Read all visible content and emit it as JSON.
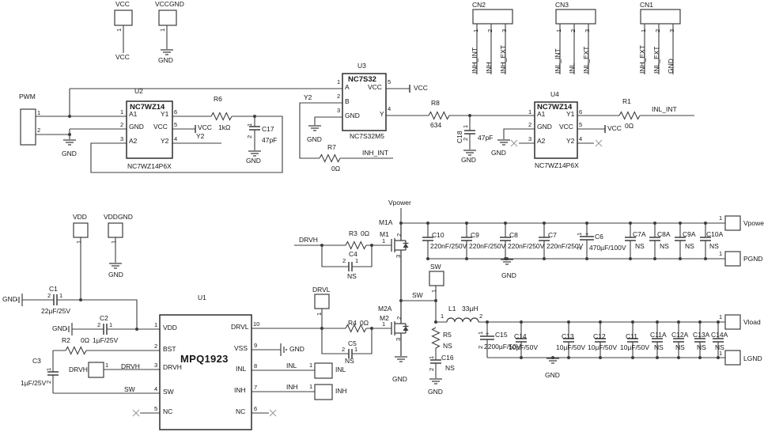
{
  "doc": {
    "kind": "circuit-schematic",
    "main_ic": "MPQ1923"
  },
  "colors": {
    "wire": "#3d3d3d",
    "text": "#161616",
    "background": "#ffffff",
    "noconnect": "#9a9a9a"
  },
  "labels": [
    [
      "vcc-port-title",
      "VCC",
      146,
      1,
      ""
    ],
    [
      "vccgnd-port-title",
      "VCCGND",
      196,
      1,
      ""
    ],
    [
      "vcc-port-pin1",
      "1",
      147,
      40,
      "v"
    ],
    [
      "vccgnd-port-pin1",
      "1",
      202,
      40,
      "v"
    ],
    [
      "vcc-net-label",
      "VCC",
      146,
      68,
      ""
    ],
    [
      "vccgnd-gnd-label",
      "GND",
      200,
      72,
      ""
    ],
    [
      "pwm-port-title",
      "PWM",
      24,
      118,
      ""
    ],
    [
      "pwm-pin1",
      "1",
      47,
      139,
      "s"
    ],
    [
      "pwm-pin2",
      "2",
      47,
      161,
      "s"
    ],
    [
      "pwm-gnd-label",
      "GND",
      78,
      190,
      ""
    ],
    [
      "u2-refdes",
      "U2",
      170,
      111,
      ""
    ],
    [
      "u2-name",
      "NC7WZ14",
      164,
      131,
      "b"
    ],
    [
      "u2-part",
      "NC7WZ14P6X",
      161,
      206,
      ""
    ],
    [
      "u2-pin-a1",
      "A1",
      163,
      140,
      ""
    ],
    [
      "u2-pin-gnd",
      "GND",
      163,
      156,
      ""
    ],
    [
      "u2-pin-a2",
      "A2",
      163,
      174,
      ""
    ],
    [
      "u2-pin-y1",
      "Y1",
      203,
      140,
      ""
    ],
    [
      "u2-pin-vcc",
      "VCC",
      194,
      156,
      ""
    ],
    [
      "u2-pin-y2",
      "Y2",
      203,
      174,
      ""
    ],
    [
      "u2-num1",
      "1",
      152,
      138,
      "s"
    ],
    [
      "u2-num2",
      "2",
      152,
      154,
      "s"
    ],
    [
      "u2-num3",
      "3",
      152,
      172,
      "s"
    ],
    [
      "u2-num6",
      "6",
      220,
      138,
      "s"
    ],
    [
      "u2-num5",
      "5",
      220,
      154,
      "s"
    ],
    [
      "u2-num4",
      "4",
      220,
      172,
      "s"
    ],
    [
      "u2-vcc-net",
      "VCC",
      250,
      157,
      ""
    ],
    [
      "u2-y2-net",
      "Y2",
      248,
      168,
      ""
    ],
    [
      "r6-refdes",
      "R6",
      270,
      121,
      ""
    ],
    [
      "r6-value",
      "1kΩ",
      276,
      157,
      ""
    ],
    [
      "c17-refdes",
      "C17",
      331,
      159,
      ""
    ],
    [
      "c17-value",
      "47pF",
      331,
      173,
      ""
    ],
    [
      "c17-pin1",
      "1",
      312,
      160,
      "v"
    ],
    [
      "c17-pin2",
      "2",
      312,
      175,
      "v"
    ],
    [
      "c17-gnd-label",
      "GND",
      311,
      199,
      ""
    ],
    [
      "u3-refdes",
      "U3",
      452,
      79,
      ""
    ],
    [
      "u3-name",
      "NC7S32",
      440,
      96,
      "b"
    ],
    [
      "u3-part",
      "NC7S32M5",
      442,
      168,
      ""
    ],
    [
      "u3-pin-a",
      "A",
      436,
      106,
      ""
    ],
    [
      "u3-pin-b",
      "B",
      436,
      124,
      ""
    ],
    [
      "u3-pin-gnd",
      "GND",
      436,
      142,
      ""
    ],
    [
      "u3-pin-vcc",
      "VCC",
      465,
      106,
      ""
    ],
    [
      "u3-pin-y",
      "Y",
      480,
      140,
      ""
    ],
    [
      "u3-num1",
      "1",
      426,
      100,
      "s"
    ],
    [
      "u3-num2",
      "2",
      426,
      118,
      "s"
    ],
    [
      "u3-num3",
      "3",
      426,
      136,
      "s"
    ],
    [
      "u3-num5",
      "5",
      490,
      100,
      "s"
    ],
    [
      "u3-num4",
      "4",
      490,
      134,
      "s"
    ],
    [
      "u3-y2-net",
      "Y2",
      384,
      119,
      ""
    ],
    [
      "u3-gnd-label",
      "GND",
      388,
      172,
      ""
    ],
    [
      "r7-refdes",
      "R7",
      414,
      182,
      ""
    ],
    [
      "r7-value",
      "0Ω",
      419,
      209,
      ""
    ],
    [
      "inh-int-net",
      "INH_INT",
      458,
      189,
      ""
    ],
    [
      "u3-vcc-net",
      "VCC",
      523,
      107,
      ""
    ],
    [
      "r8-refdes",
      "R8",
      545,
      126,
      ""
    ],
    [
      "r8-value",
      "634",
      544,
      154,
      ""
    ],
    [
      "c18-refdes",
      "C18",
      577,
      181,
      "V"
    ],
    [
      "c18-pin1",
      "1",
      585,
      162,
      "v"
    ],
    [
      "c18-pin2",
      "2",
      585,
      178,
      "v"
    ],
    [
      "c18-value",
      "47pF",
      604,
      170,
      ""
    ],
    [
      "c18-gnd-label",
      "GND",
      583,
      198,
      ""
    ],
    [
      "u4-refdes",
      "U4",
      696,
      115,
      ""
    ],
    [
      "u4-name",
      "NC7WZ14",
      679,
      131,
      "b"
    ],
    [
      "u4-part",
      "NC7WZ14P6X",
      676,
      205,
      ""
    ],
    [
      "u4-pin-a1",
      "A1",
      679,
      140,
      ""
    ],
    [
      "u4-pin-gnd",
      "GND",
      679,
      156,
      ""
    ],
    [
      "u4-pin-a2",
      "A2",
      679,
      174,
      ""
    ],
    [
      "u4-pin-y1",
      "Y1",
      716,
      140,
      ""
    ],
    [
      "u4-pin-vcc",
      "VCC",
      707,
      156,
      ""
    ],
    [
      "u4-pin-y2",
      "Y2",
      716,
      174,
      ""
    ],
    [
      "u4-num1",
      "1",
      668,
      138,
      "s"
    ],
    [
      "u4-num2",
      "2",
      668,
      154,
      "s"
    ],
    [
      "u4-num3",
      "3",
      668,
      172,
      "s"
    ],
    [
      "u4-num6",
      "6",
      732,
      138,
      "s"
    ],
    [
      "u4-num5",
      "5",
      732,
      154,
      "s"
    ],
    [
      "u4-num4",
      "4",
      732,
      172,
      "s"
    ],
    [
      "u4-gnd-label",
      "GND",
      621,
      189,
      ""
    ],
    [
      "u4-vcc-net",
      "VCC",
      768,
      158,
      ""
    ],
    [
      "r1-refdes",
      "R1",
      787,
      124,
      ""
    ],
    [
      "r1-value",
      "0Ω",
      790,
      155,
      ""
    ],
    [
      "inl-int-net",
      "INL_INT",
      824,
      134,
      ""
    ],
    [
      "cn2-title",
      "CN2",
      597,
      2,
      ""
    ],
    [
      "cn2-pin1",
      "1",
      598,
      41,
      "v"
    ],
    [
      "cn2-pin2",
      "2",
      616,
      41,
      "v"
    ],
    [
      "cn2-pin3",
      "3",
      634,
      41,
      "v"
    ],
    [
      "cn2-net1",
      "INH_INT",
      596,
      93,
      "V"
    ],
    [
      "cn2-net2",
      "INH",
      614,
      93,
      "V"
    ],
    [
      "cn2-net3",
      "INH_EXT",
      632,
      93,
      "V"
    ],
    [
      "cn3-title",
      "CN3",
      702,
      2,
      ""
    ],
    [
      "cn3-pin1",
      "1",
      703,
      41,
      "v"
    ],
    [
      "cn3-pin2",
      "2",
      721,
      41,
      "v"
    ],
    [
      "cn3-pin3",
      "3",
      739,
      41,
      "v"
    ],
    [
      "cn3-net1",
      "INL_INT",
      701,
      93,
      "V"
    ],
    [
      "cn3-net2",
      "INL",
      719,
      93,
      "V"
    ],
    [
      "cn3-net3",
      "INL_EXT",
      737,
      93,
      "V"
    ],
    [
      "cn1-title",
      "CN1",
      809,
      2,
      ""
    ],
    [
      "cn1-pin1",
      "1",
      810,
      41,
      "v"
    ],
    [
      "cn1-pin2",
      "2",
      828,
      41,
      "v"
    ],
    [
      "cn1-pin3",
      "3",
      846,
      41,
      "v"
    ],
    [
      "cn1-net1",
      "INH_EXT",
      808,
      93,
      "V"
    ],
    [
      "cn1-net2",
      "INL_EXT",
      826,
      93,
      "V"
    ],
    [
      "cn1-net3",
      "GND",
      844,
      93,
      "V"
    ],
    [
      "vdd-port-title",
      "VDD",
      92,
      270,
      ""
    ],
    [
      "vddgnd-port-title",
      "VDDGND",
      131,
      270,
      ""
    ],
    [
      "vdd-port-pin1",
      "1",
      96,
      308,
      "v"
    ],
    [
      "vddgnd-port-pin1",
      "1",
      140,
      308,
      "v"
    ],
    [
      "vddgnd-gnd-label",
      "GND",
      137,
      343,
      ""
    ],
    [
      "c1-gnd-label",
      "GND",
      3,
      374,
      ""
    ],
    [
      "c1-refdes",
      "C1",
      62,
      361,
      ""
    ],
    [
      "c1-pin2",
      "2",
      60,
      370,
      "s"
    ],
    [
      "c1-pin1",
      "1",
      75,
      370,
      "s"
    ],
    [
      "c1-value",
      "22µF/25V",
      52,
      389,
      ""
    ],
    [
      "c2-gnd-label",
      "GND",
      66,
      411,
      ""
    ],
    [
      "c2-refdes",
      "C2",
      126,
      398,
      ""
    ],
    [
      "c2-pin2",
      "2",
      123,
      407,
      "s"
    ],
    [
      "c2-pin1",
      "1",
      138,
      407,
      "s"
    ],
    [
      "c2-value",
      "1µF/25V",
      117,
      426,
      ""
    ],
    [
      "r2-refdes",
      "R2",
      78,
      426,
      ""
    ],
    [
      "r2-value",
      "0Ω",
      102,
      426,
      ""
    ],
    [
      "c3-refdes",
      "C3",
      41,
      452,
      ""
    ],
    [
      "c3-pin1",
      "1",
      58,
      469,
      "v"
    ],
    [
      "c3-pin2",
      "2",
      58,
      485,
      "v"
    ],
    [
      "c3-value",
      "1µF/25V",
      26,
      480,
      ""
    ],
    [
      "drvh-port-title",
      "DRVH",
      87,
      463,
      ""
    ],
    [
      "drvh-port-pin1",
      "1",
      133,
      458,
      "s"
    ],
    [
      "drvh-net-left",
      "DRVH",
      153,
      459,
      ""
    ],
    [
      "sw-net-left",
      "SW",
      157,
      488,
      ""
    ],
    [
      "u1-refdes",
      "U1",
      250,
      372,
      ""
    ],
    [
      "u1-name",
      "MPQ1923",
      228,
      447,
      "B"
    ],
    [
      "u1-pin-vdd",
      "VDD",
      206,
      410,
      ""
    ],
    [
      "u1-pin-bst",
      "BST",
      206,
      437,
      ""
    ],
    [
      "u1-pin-drvh",
      "DRVH",
      206,
      460,
      ""
    ],
    [
      "u1-pin-sw",
      "SW",
      206,
      491,
      ""
    ],
    [
      "u1-pin-nc5",
      "NC",
      206,
      516,
      ""
    ],
    [
      "u1-pin-drvl",
      "DRVL",
      292,
      409,
      ""
    ],
    [
      "u1-pin-vss",
      "VSS",
      296,
      436,
      ""
    ],
    [
      "u1-pin-inl",
      "INL",
      298,
      462,
      ""
    ],
    [
      "u1-pin-inh",
      "INH",
      296,
      489,
      ""
    ],
    [
      "u1-pin-nc6",
      "NC",
      298,
      516,
      ""
    ],
    [
      "u1-num1",
      "1",
      195,
      407,
      "s"
    ],
    [
      "u1-num2",
      "2",
      195,
      434,
      "s"
    ],
    [
      "u1-num3",
      "3",
      195,
      458,
      "s"
    ],
    [
      "u1-num4",
      "4",
      195,
      488,
      "s"
    ],
    [
      "u1-num5",
      "5",
      195,
      513,
      "s"
    ],
    [
      "u1-num10",
      "10",
      320,
      406,
      "s"
    ],
    [
      "u1-num9",
      "9",
      321,
      433,
      "s"
    ],
    [
      "u1-num8",
      "8",
      321,
      459,
      "s"
    ],
    [
      "u1-num7",
      "7",
      321,
      486,
      "s"
    ],
    [
      "u1-num6",
      "6",
      321,
      513,
      "s"
    ],
    [
      "vss-gnd-label",
      "GND",
      366,
      437,
      ""
    ],
    [
      "inl-net",
      "INL",
      362,
      458,
      ""
    ],
    [
      "inl-port-pin1",
      "1",
      391,
      458,
      "s"
    ],
    [
      "inl-port-title",
      "INL",
      424,
      463,
      ""
    ],
    [
      "inh-net",
      "INH",
      362,
      485,
      ""
    ],
    [
      "inh-port-pin1",
      "1",
      391,
      485,
      "s"
    ],
    [
      "inh-port-title",
      "INH",
      424,
      490,
      ""
    ],
    [
      "vpower-net",
      "Vpower",
      491,
      252,
      ""
    ],
    [
      "drvl-port-title",
      "DRVL",
      395,
      362,
      ""
    ],
    [
      "drvl-port-pin1",
      "1",
      400,
      399,
      "v"
    ],
    [
      "drvh-net-mid",
      "DRVH",
      378,
      299,
      ""
    ],
    [
      "r3-refdes",
      "R3",
      441,
      291,
      ""
    ],
    [
      "r3-value",
      "0Ω",
      456,
      291,
      ""
    ],
    [
      "c4-refdes",
      "C4",
      441,
      317,
      ""
    ],
    [
      "c4-pin2",
      "2",
      433,
      326,
      "s"
    ],
    [
      "c4-pin1",
      "1",
      449,
      326,
      "s"
    ],
    [
      "c4-value",
      "NS",
      439,
      345,
      ""
    ],
    [
      "m1a-net",
      "M1A",
      479,
      277,
      ""
    ],
    [
      "m1-refdes",
      "M1",
      480,
      292,
      ""
    ],
    [
      "m1-pin1",
      "1",
      483,
      301,
      "s"
    ],
    [
      "m1-pin2",
      "2",
      501,
      299,
      "v"
    ],
    [
      "m1-pin3",
      "3",
      500,
      326,
      "v"
    ],
    [
      "r4-refdes",
      "R4",
      440,
      404,
      ""
    ],
    [
      "r4-value",
      "0Ω",
      455,
      404,
      ""
    ],
    [
      "c5-refdes",
      "C5",
      440,
      430,
      ""
    ],
    [
      "c5-pin2",
      "2",
      432,
      438,
      "s"
    ],
    [
      "c5-pin1",
      "1",
      448,
      438,
      "s"
    ],
    [
      "c5-value",
      "NS",
      436,
      452,
      ""
    ],
    [
      "m2a-net",
      "M2A",
      478,
      386,
      ""
    ],
    [
      "m2-refdes",
      "M2",
      480,
      398,
      ""
    ],
    [
      "m2-pin1",
      "1",
      483,
      406,
      "s"
    ],
    [
      "m2-pin2",
      "2",
      501,
      404,
      "v"
    ],
    [
      "m2-pin3",
      "3",
      500,
      431,
      "v"
    ],
    [
      "m2-gnd-label",
      "GND",
      496,
      475,
      ""
    ],
    [
      "sw-port-title",
      "SW",
      544,
      333,
      ""
    ],
    [
      "sw-port-pin1",
      "1",
      545,
      370,
      "v"
    ],
    [
      "sw-net-mid",
      "SW",
      521,
      369,
      ""
    ],
    [
      "l1-refdes",
      "L1",
      567,
      386,
      ""
    ],
    [
      "l1-value",
      "33µH",
      584,
      386,
      ""
    ],
    [
      "l1-pin1",
      "1",
      557,
      396,
      "s"
    ],
    [
      "l1-pin2",
      "2",
      606,
      396,
      "s"
    ],
    [
      "r5-refdes",
      "R5",
      560,
      419,
      ""
    ],
    [
      "r5-value",
      "NS",
      560,
      433,
      ""
    ],
    [
      "c16-refdes",
      "C16",
      558,
      448,
      ""
    ],
    [
      "c16-pin1",
      "1",
      542,
      454,
      "v"
    ],
    [
      "c16-pin2",
      "2",
      542,
      469,
      "v"
    ],
    [
      "c16-value",
      "NS",
      563,
      461,
      ""
    ],
    [
      "c16-gnd-label",
      "GND",
      541,
      491,
      ""
    ],
    [
      "c10-refdes",
      "C10",
      546,
      293,
      ""
    ],
    [
      "c10-value",
      "220nF/250V",
      544,
      307,
      ""
    ],
    [
      "c9-refdes",
      "C9",
      595,
      293,
      ""
    ],
    [
      "c9-value",
      "220nF/250V",
      593,
      307,
      ""
    ],
    [
      "c8-refdes",
      "C8",
      644,
      293,
      ""
    ],
    [
      "c8-value",
      "220nF/250V",
      642,
      307,
      ""
    ],
    [
      "c7-refdes",
      "C7",
      693,
      293,
      ""
    ],
    [
      "c7-value",
      "220nF/250V",
      691,
      307,
      ""
    ],
    [
      "c6-pin1",
      "1",
      729,
      298,
      "v"
    ],
    [
      "c6-plus",
      "+",
      740,
      292,
      "s"
    ],
    [
      "c6-refdes",
      "C6",
      752,
      295,
      ""
    ],
    [
      "c6-value",
      "470µF/100V",
      745,
      309,
      ""
    ],
    [
      "c6-pin2",
      "2",
      729,
      316,
      "v"
    ],
    [
      "c7a-refdes",
      "C7A",
      800,
      292,
      ""
    ],
    [
      "c7a-value",
      "NS",
      803,
      307,
      ""
    ],
    [
      "c8a-refdes",
      "C8A",
      831,
      292,
      ""
    ],
    [
      "c8a-value",
      "NS",
      834,
      307,
      ""
    ],
    [
      "c9a-refdes",
      "C9A",
      863,
      292,
      ""
    ],
    [
      "c9a-value",
      "NS",
      866,
      307,
      ""
    ],
    [
      "c10a-refdes",
      "C10A",
      893,
      292,
      ""
    ],
    [
      "c10a-value",
      "NS",
      897,
      307,
      ""
    ],
    [
      "pgnd-bank-gnd-label",
      "GND",
      634,
      344,
      ""
    ],
    [
      "vpower-port-pin1",
      "1",
      909,
      272,
      "s"
    ],
    [
      "vpower-port-title",
      "Vpower",
      940,
      278,
      ""
    ],
    [
      "pgnd-port-pin1",
      "1",
      909,
      317,
      "s"
    ],
    [
      "pgnd-port-title",
      "PGND",
      940,
      323,
      ""
    ],
    [
      "c15-pin1",
      "1",
      604,
      423,
      "v"
    ],
    [
      "c15-plus",
      "+",
      614,
      418,
      "s"
    ],
    [
      "c15-refdes",
      "C15",
      626,
      419,
      ""
    ],
    [
      "c15-value",
      "2200µF/50V",
      612,
      434,
      ""
    ],
    [
      "c15-pin2",
      "2",
      604,
      441,
      "v"
    ],
    [
      "c14-refdes",
      "C14",
      650,
      421,
      ""
    ],
    [
      "c14-value",
      "10µF/50V",
      643,
      435,
      ""
    ],
    [
      "c13-refdes",
      "C13",
      710,
      421,
      ""
    ],
    [
      "c13-value",
      "10µF/50V",
      703,
      435,
      ""
    ],
    [
      "c12-refdes",
      "C12",
      750,
      421,
      ""
    ],
    [
      "c12-value",
      "10µF/50V",
      743,
      435,
      ""
    ],
    [
      "c11-refdes",
      "C11",
      791,
      421,
      ""
    ],
    [
      "c11-value",
      "10µF/50V",
      784,
      435,
      ""
    ],
    [
      "c11a-refdes",
      "C11A",
      822,
      419,
      ""
    ],
    [
      "c11a-value",
      "NS",
      827,
      435,
      ""
    ],
    [
      "c12a-refdes",
      "C12A",
      849,
      419,
      ""
    ],
    [
      "c12a-value",
      "NS",
      854,
      435,
      ""
    ],
    [
      "c13a-refdes",
      "C13A",
      876,
      419,
      ""
    ],
    [
      "c13a-value",
      "NS",
      881,
      435,
      ""
    ],
    [
      "c14a-refdes",
      "C14A",
      899,
      419,
      ""
    ],
    [
      "c14a-value",
      "NS",
      904,
      435,
      ""
    ],
    [
      "lgnd-bank-gnd-label",
      "GND",
      689,
      470,
      ""
    ],
    [
      "vload-port-pin1",
      "1",
      909,
      397,
      "s"
    ],
    [
      "vload-port-title",
      "Vload",
      940,
      403,
      ""
    ],
    [
      "lgnd-port-pin1",
      "1",
      909,
      443,
      "s"
    ],
    [
      "lgnd-port-title",
      "LGND",
      940,
      449,
      ""
    ]
  ]
}
